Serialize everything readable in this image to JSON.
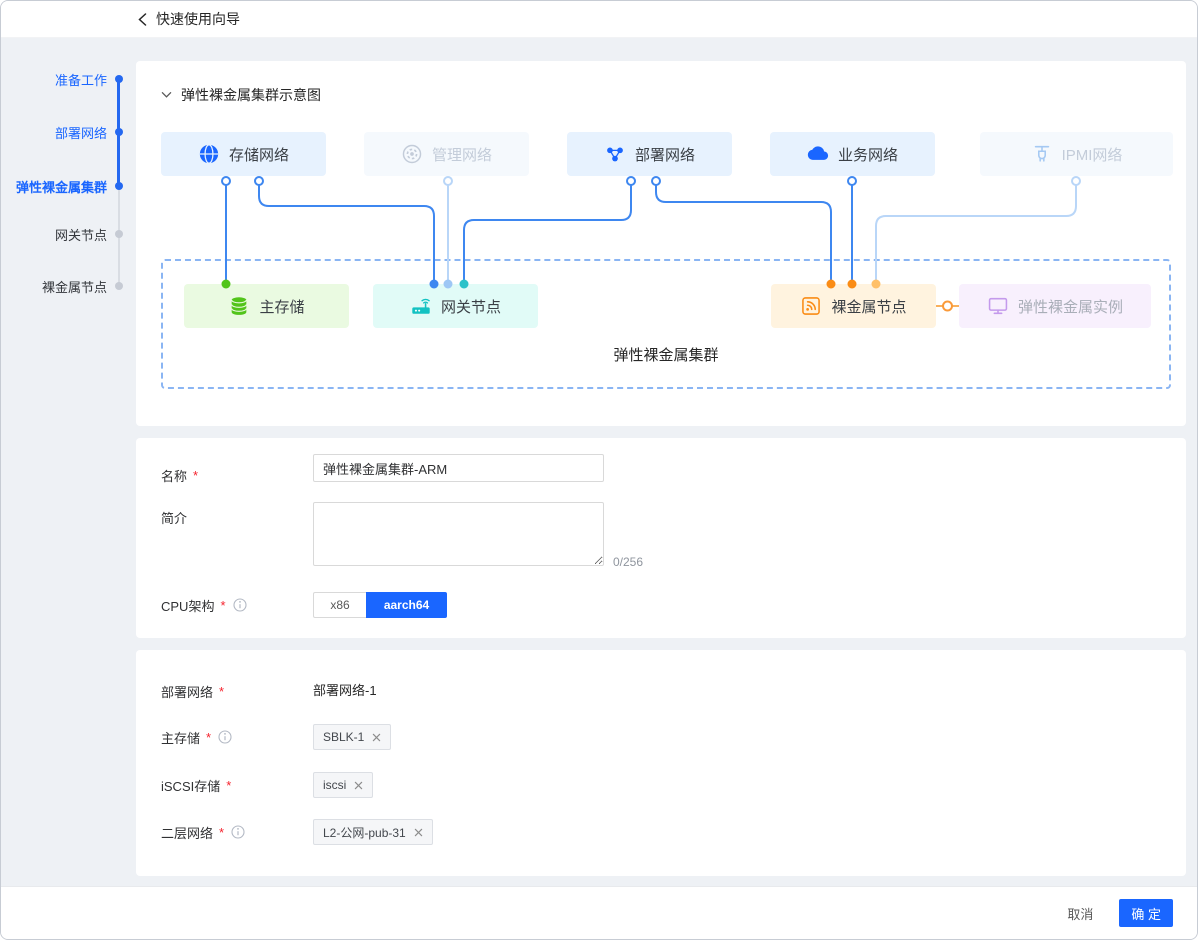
{
  "colors": {
    "primary": "#1a66ff",
    "line_blue": "#3e87f0",
    "line_light_blue": "#b9d6f8",
    "green": "#52c41a",
    "teal": "#13c2c2",
    "cyan_dot": "#2bc2c9",
    "orange": "#fa8c16",
    "light_orange": "#ffc069",
    "purple": "#c49aec"
  },
  "misc": {
    "required_mark": "*"
  },
  "header": {
    "title": "快速使用向导"
  },
  "stepper": {
    "steps": [
      {
        "label": "准备工作",
        "state": "done"
      },
      {
        "label": "部署网络",
        "state": "done"
      },
      {
        "label": "弹性裸金属集群",
        "state": "current"
      },
      {
        "label": "网关节点",
        "state": "pending"
      },
      {
        "label": "裸金属节点",
        "state": "pending"
      }
    ]
  },
  "diagram": {
    "section_title": "弹性裸金属集群示意图",
    "cluster_label": "弹性裸金属集群",
    "networks": [
      {
        "label": "存储网络",
        "state": "active",
        "icon": "globe-icon"
      },
      {
        "label": "管理网络",
        "state": "inactive",
        "icon": "gear-icon"
      },
      {
        "label": "部署网络",
        "state": "active",
        "icon": "nodes-icon"
      },
      {
        "label": "业务网络",
        "state": "active",
        "icon": "cloud-icon"
      },
      {
        "label": "IPMI网络",
        "state": "inactive",
        "icon": "plug-icon"
      }
    ],
    "nodes": [
      {
        "label": "主存储",
        "icon": "database-icon",
        "accent": "green"
      },
      {
        "label": "网关节点",
        "icon": "router-icon",
        "accent": "teal"
      },
      {
        "label": "裸金属节点",
        "icon": "signal-box-icon",
        "accent": "orange"
      },
      {
        "label": "弹性裸金属实例",
        "icon": "monitor-icon",
        "accent": "purple"
      }
    ]
  },
  "form_basic": {
    "name_label": "名称",
    "name_value": "弹性裸金属集群-ARM",
    "desc_label": "简介",
    "desc_value": "",
    "desc_counter": "0/256",
    "cpu_label": "CPU架构",
    "cpu_options": [
      {
        "label": "x86",
        "selected": false
      },
      {
        "label": "aarch64",
        "selected": true
      }
    ]
  },
  "form_network": {
    "deploy_label": "部署网络",
    "deploy_value": "部署网络-1",
    "primary_storage_label": "主存储",
    "primary_storage_tag": "SBLK-1",
    "iscsi_label": "iSCSI存储",
    "iscsi_tag": "iscsi",
    "l2_label": "二层网络",
    "l2_tag": "L2-公网-pub-31"
  },
  "footer": {
    "cancel_label": "取消",
    "confirm_label": "确 定"
  }
}
